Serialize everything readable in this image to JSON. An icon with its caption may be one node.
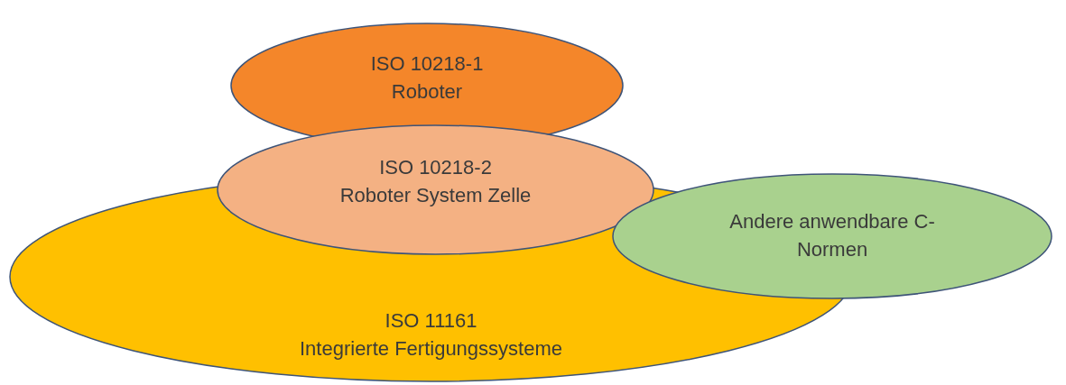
{
  "diagram": {
    "nodes": [
      {
        "text": [
          "ISO 10218-1",
          "Roboter"
        ]
      },
      {
        "text": [
          "ISO 10218-2",
          "Roboter System Zelle"
        ]
      },
      {
        "text": [
          "Andere anwendbare C-Normen"
        ]
      },
      {
        "text": [
          "ISO 11161",
          "Integrierte Fertigungssysteme"
        ]
      }
    ]
  }
}
